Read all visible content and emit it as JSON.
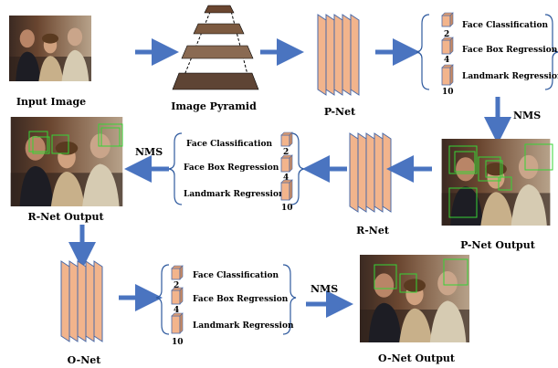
{
  "labels": {
    "input_image": "Input Image",
    "image_pyramid": "Image Pyramid",
    "pnet": "P-Net",
    "rnet": "R-Net",
    "onet": "O-Net",
    "pnet_output": "P-Net Output",
    "rnet_output": "R-Net Output",
    "onet_output": "O-Net Output"
  },
  "nms_label": "NMS",
  "heads": [
    {
      "name": "Face  Classification",
      "dim": "2"
    },
    {
      "name": "Face Box Regression",
      "dim": "4"
    },
    {
      "name": "Landmark Regression",
      "dim": "10"
    }
  ],
  "colors": {
    "arrow": "#4a74c0",
    "net_fill": "#f2b48c",
    "net_edge": "#4a6aa8",
    "cube_fill": "#f2b48c",
    "detect_box": "#36d436",
    "photo_dark": "#3b2a22"
  }
}
